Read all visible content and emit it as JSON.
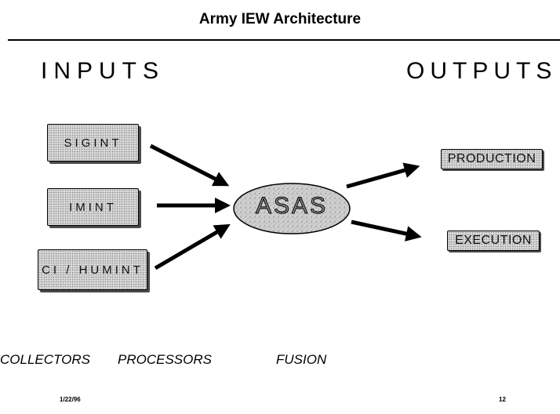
{
  "title": "Army IEW Architecture",
  "inputs_label": "INPUTS",
  "outputs_label": "OUTPUTS",
  "inputs": [
    "SIGINT",
    "IMINT",
    "CI / HUMINT"
  ],
  "processor": "ASAS",
  "outputs": [
    "PRODUCTION",
    "EXECUTION"
  ],
  "stages": [
    "COLLECTORS",
    "PROCESSORS",
    "FUSION"
  ],
  "footer": {
    "date": "1/22/96",
    "page": "12"
  }
}
